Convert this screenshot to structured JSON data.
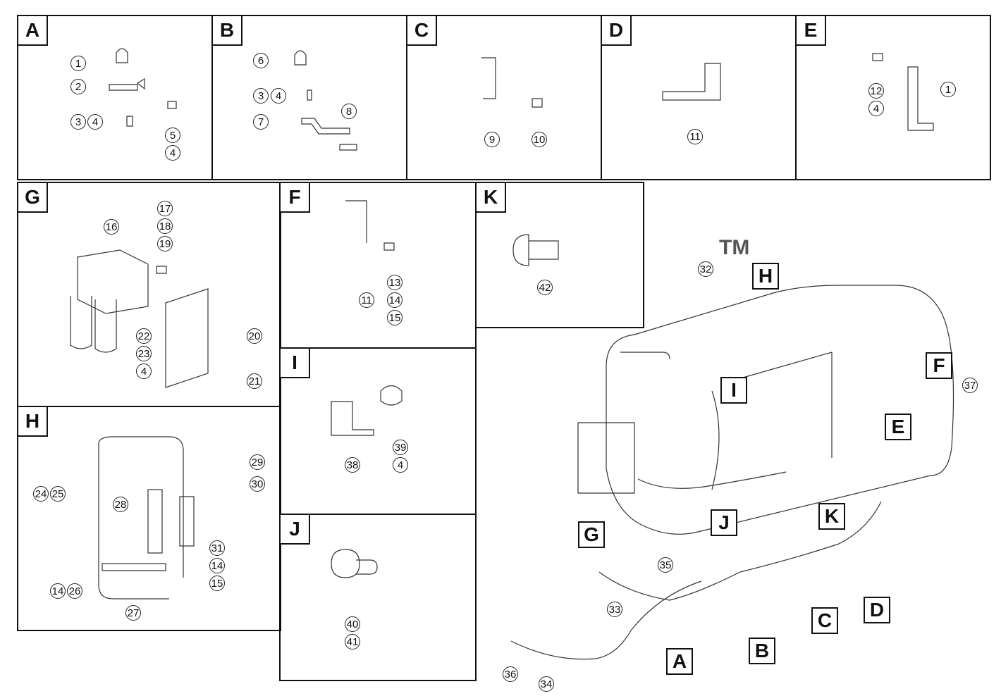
{
  "panels": {
    "A": {
      "tag": "A",
      "callouts": [
        "1",
        "2",
        "3",
        "4",
        "5",
        "4"
      ]
    },
    "B": {
      "tag": "B",
      "callouts": [
        "6",
        "3",
        "4",
        "7",
        "8"
      ]
    },
    "C": {
      "tag": "C",
      "callouts": [
        "9",
        "10"
      ]
    },
    "D": {
      "tag": "D",
      "callouts": [
        "11"
      ]
    },
    "E": {
      "tag": "E",
      "callouts": [
        "12",
        "4",
        "1"
      ]
    },
    "G": {
      "tag": "G",
      "callouts": [
        "16",
        "17",
        "18",
        "19",
        "20",
        "21",
        "22",
        "23",
        "4"
      ]
    },
    "F": {
      "tag": "F",
      "callouts": [
        "11",
        "13",
        "14",
        "15"
      ]
    },
    "K": {
      "tag": "K",
      "callouts": [
        "42"
      ]
    },
    "I": {
      "tag": "I",
      "callouts": [
        "38",
        "39",
        "4"
      ]
    },
    "H": {
      "tag": "H",
      "callouts": [
        "24",
        "25",
        "28",
        "29",
        "30",
        "31",
        "14",
        "15",
        "14",
        "26",
        "27"
      ]
    },
    "J": {
      "tag": "J",
      "callouts": [
        "40",
        "41"
      ]
    }
  },
  "assembly": {
    "callouts": [
      "32",
      "33",
      "34",
      "35",
      "36",
      "37"
    ],
    "locators": [
      "H",
      "F",
      "I",
      "E",
      "G",
      "J",
      "K",
      "C",
      "D",
      "B",
      "A"
    ]
  },
  "watermark": "TM"
}
